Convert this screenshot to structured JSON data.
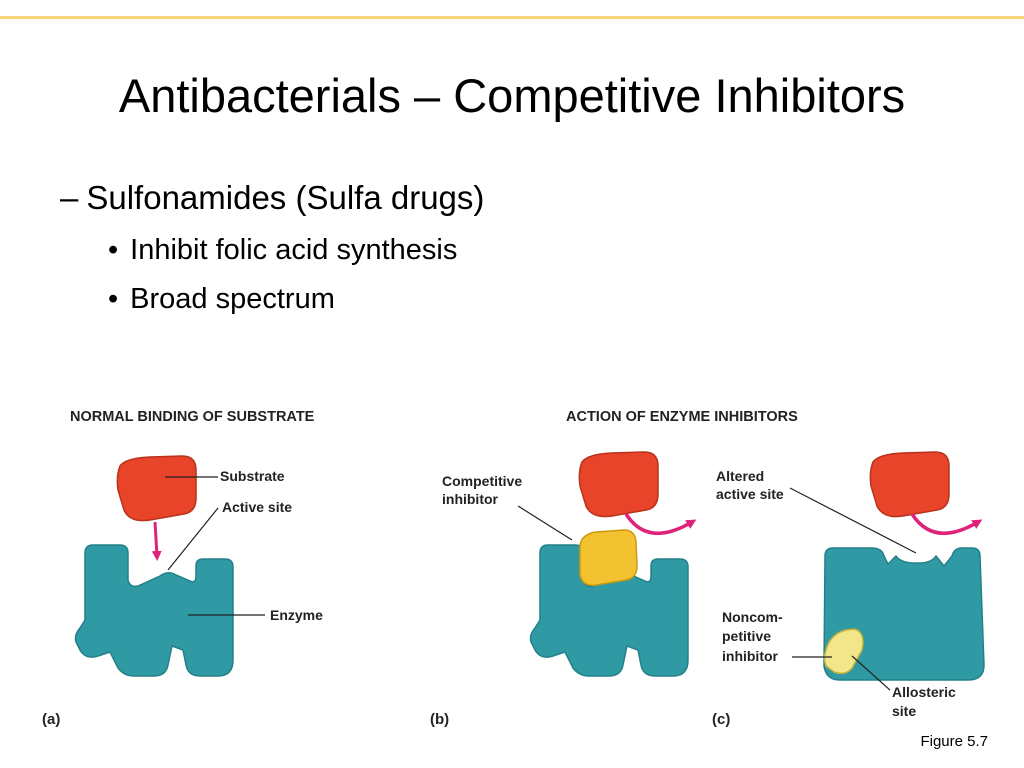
{
  "slide": {
    "title": "Antibacterials – Competitive Inhibitors",
    "bullets": [
      {
        "marker": "–",
        "text": "Sulfonamides (Sulfa drugs)",
        "level": 1
      },
      {
        "marker": "•",
        "text": "Inhibit folic acid synthesis",
        "level": 2
      },
      {
        "marker": "•",
        "text": "Broad spectrum",
        "level": 2
      }
    ],
    "caption": "Figure 5.7"
  },
  "figure": {
    "header_left": "NORMAL BINDING OF SUBSTRATE",
    "header_right": "ACTION OF ENZYME INHIBITORS",
    "panel_a": {
      "letter": "(a)",
      "substrate": "Substrate",
      "active_site": "Active site",
      "enzyme": "Enzyme"
    },
    "panel_b": {
      "letter": "(b)",
      "inhibitor_line1": "Competitive",
      "inhibitor_line2": "inhibitor"
    },
    "panel_c": {
      "letter": "(c)",
      "altered_line1": "Altered",
      "altered_line2": "active site",
      "noncomp_line1": "Noncom-",
      "noncomp_line2": "petitive",
      "noncomp_line3": "inhibitor",
      "allosteric_line1": "Allosteric",
      "allosteric_line2": "site"
    }
  },
  "colors": {
    "accent_rule": "#f7d67a",
    "enzyme": "#2f9aa3",
    "substrate": "#e8442a",
    "competitive_inhibitor": "#f2c230",
    "noncompetitive_inhibitor": "#f3e58a",
    "arrow": "#e0237a"
  }
}
